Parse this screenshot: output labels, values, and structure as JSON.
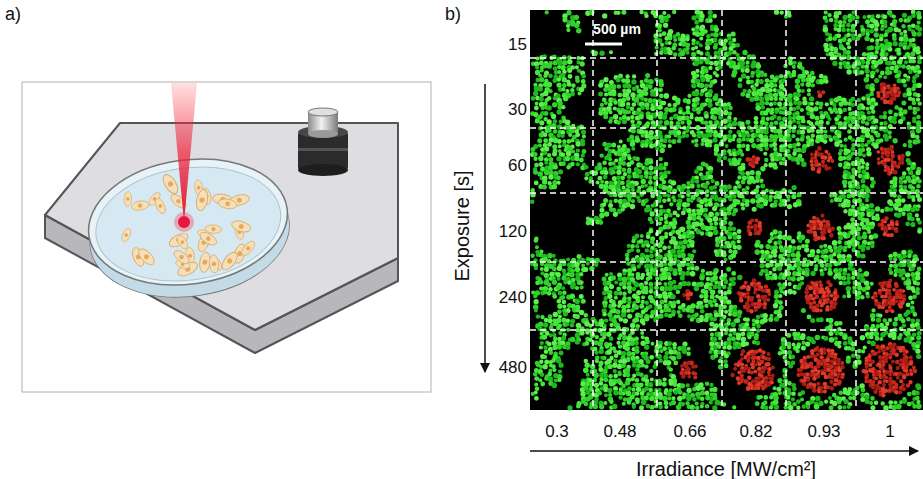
{
  "diagram": {
    "labels": [
      "a)",
      "b)",
      "500 µm",
      "Exposure [s]",
      "15",
      "30",
      "60",
      "120",
      "240",
      "480",
      "0.3",
      "0.48",
      "0.66",
      "0.82",
      "0.93",
      "1",
      "Irradiance [MW/cm²]"
    ]
  }
}
